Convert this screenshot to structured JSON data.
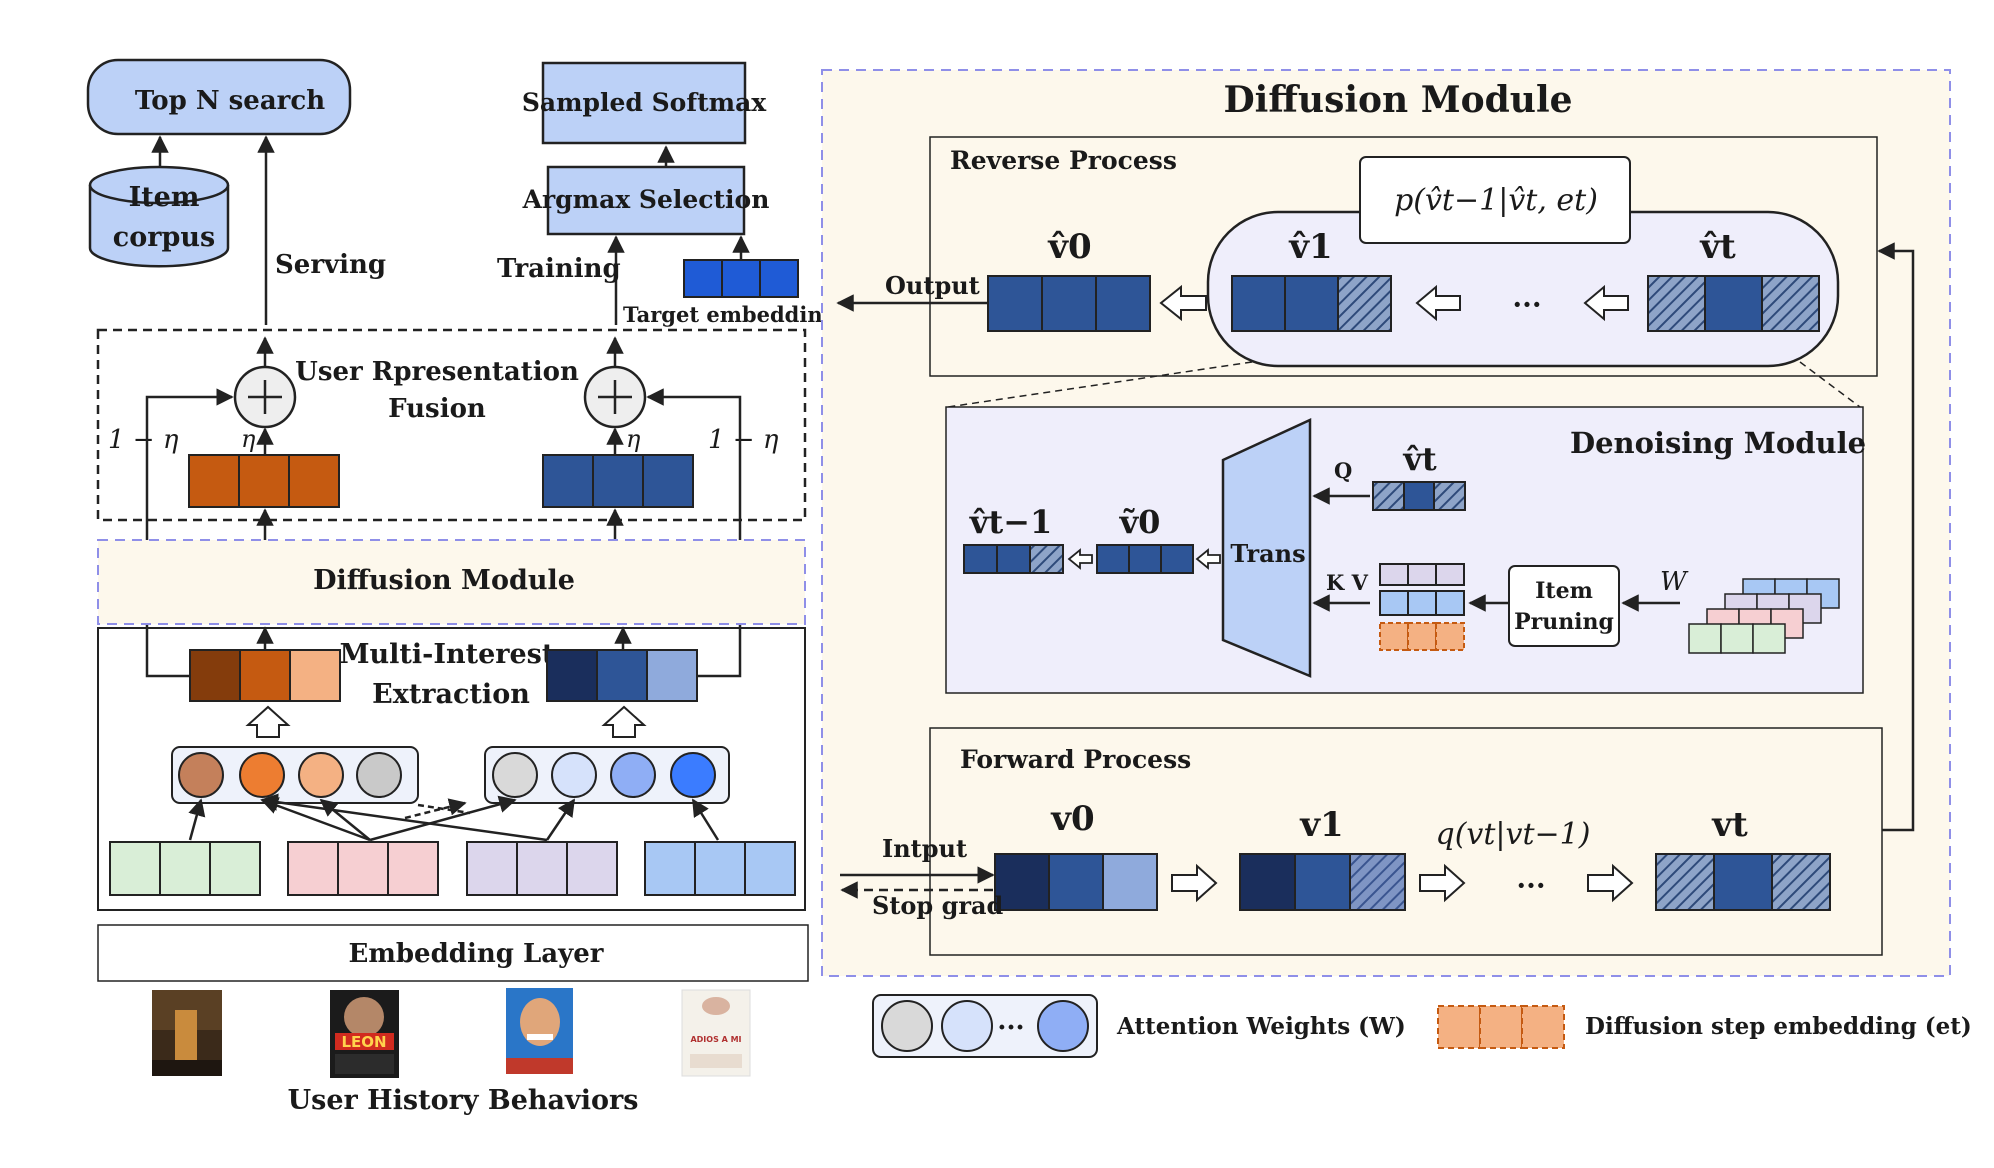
{
  "left": {
    "top_n_search": "Top N search",
    "item_corpus_1": "Item",
    "item_corpus_2": "corpus",
    "serving": "Serving",
    "sampled_softmax": "Sampled Softmax",
    "argmax_selection": "Argmax Selection",
    "training": "Training",
    "target_embedding": "Target embedding",
    "fusion_1": "User Rpresentation",
    "fusion_2": "Fusion",
    "one_minus_eta": "1 − η",
    "eta": "η",
    "diffusion_module": "Diffusion Module",
    "multi_interest_1": "Multi-Interest",
    "multi_interest_2": "Extraction",
    "embedding_layer": "Embedding Layer",
    "user_history": "User History Behaviors",
    "poster_labels": [
      "LEON",
      "ADIOS A MI"
    ]
  },
  "right": {
    "title": "Diffusion Module",
    "reverse_process": "Reverse Process",
    "reverse_formula": "p(v̂t−1|v̂t, et)",
    "output": "Output",
    "v0_hat": "v̂0",
    "v1_hat": "v̂1",
    "vt_hat": "v̂t",
    "ellipsis": "···",
    "denoising_module": "Denoising Module",
    "q": "Q",
    "kv": "K V",
    "trans": "Trans",
    "item_pruning_1": "Item",
    "item_pruning_2": "Pruning",
    "w": "W",
    "vt1_hat": "v̂t−1",
    "v0_tilde": "ṽ0",
    "forward_process": "Forward Process",
    "input": "Intput",
    "stop_grad": "Stop grad",
    "v0": "v0",
    "v1": "v1",
    "vt": "vt",
    "forward_formula": "q(vt|vt−1)"
  },
  "legend": {
    "attention_weights": "Attention Weights (W)",
    "diffusion_step": "Diffusion step embedding (et)"
  },
  "colors": {
    "node_blue": "#bcd1f7",
    "dark_blue": "#2e5597",
    "bright_blue": "#1f5bd6",
    "orange": "#c55a11",
    "cream": "#fdf8ec",
    "lavender": "#efeefb",
    "dashed_border": "#8f8fe8"
  }
}
